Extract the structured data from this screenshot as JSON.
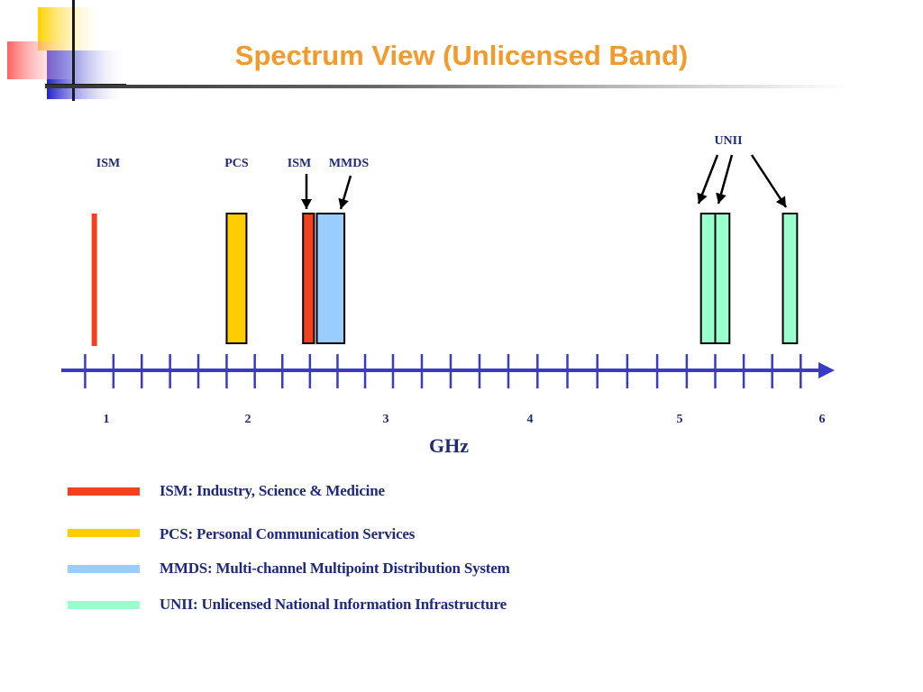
{
  "title": "Spectrum View (Unlicensed Band)",
  "axis": {
    "label": "GHz",
    "ticks": [
      "1",
      "2",
      "3",
      "4",
      "5",
      "6"
    ],
    "color": "#3a3ac9"
  },
  "bands": [
    {
      "name": "ISM",
      "label": "ISM",
      "start": 0.9,
      "end": 0.93,
      "color": "#f4401c"
    },
    {
      "name": "PCS",
      "label": "PCS",
      "start": 1.85,
      "end": 1.99,
      "color": "#ffcc00"
    },
    {
      "name": "ISM-2.4",
      "label": "ISM",
      "start": 2.4,
      "end": 2.48,
      "color": "#f4401c"
    },
    {
      "name": "MMDS",
      "label": "MMDS",
      "start": 2.5,
      "end": 2.7,
      "color": "#99ccff"
    },
    {
      "name": "UNII-1",
      "start": 5.15,
      "end": 5.25,
      "color": "#99ffcc"
    },
    {
      "name": "UNII-2",
      "start": 5.25,
      "end": 5.35,
      "color": "#99ffcc"
    },
    {
      "name": "UNII-3",
      "start": 5.725,
      "end": 5.825,
      "color": "#99ffcc"
    }
  ],
  "unii_label": "UNII",
  "legend": [
    {
      "text": "ISM: Industry, Science & Medicine",
      "color": "#f4401c"
    },
    {
      "text": "PCS: Personal Communication Services",
      "color": "#ffcc00"
    },
    {
      "text": "MMDS: Multi-channel Multipoint Distribution System",
      "color": "#99ccff"
    },
    {
      "text": "UNII: Unlicensed National Information Infrastructure",
      "color": "#99ffcc"
    }
  ]
}
